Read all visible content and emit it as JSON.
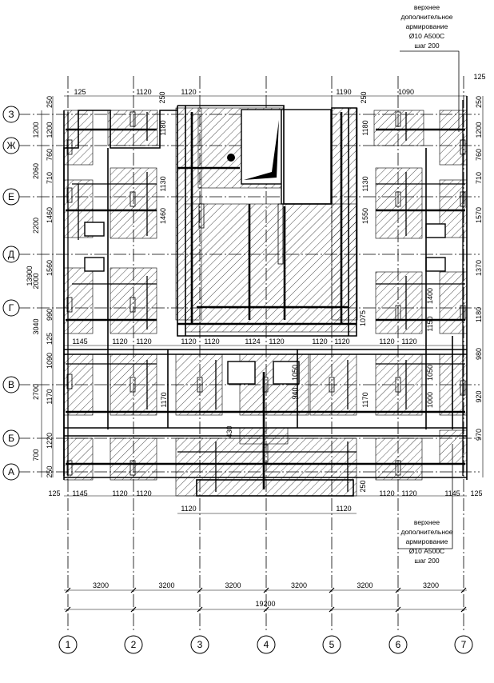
{
  "axes_vertical": [
    "1",
    "2",
    "3",
    "4",
    "5",
    "6",
    "7"
  ],
  "axes_horizontal": [
    "З",
    "Ж",
    "Е",
    "Д",
    "Г",
    "В",
    "Б",
    "А"
  ],
  "bottom_dims": [
    "3200",
    "3200",
    "3200",
    "3200",
    "3200",
    "3200"
  ],
  "bottom_total": "19200",
  "left_outer_dims": [
    "1200",
    "2060",
    "2200",
    "2000",
    "3040",
    "2700",
    "700"
  ],
  "left_total": "13900",
  "left_inner_dims": [
    "250",
    "1200",
    "760",
    "710",
    "1460",
    "1560",
    "990",
    "125",
    "1090",
    "1170",
    "1220",
    "250"
  ],
  "right_dims": [
    "250",
    "1200",
    "760",
    "710",
    "1570",
    "1370",
    "1180",
    "980",
    "920",
    "970"
  ],
  "top_dims": [
    "125",
    "1120",
    "250",
    "1120",
    "1190",
    "250",
    "1090",
    "125"
  ],
  "row_dims_top": [
    "1145",
    "1120",
    "1120",
    "1120",
    "1120",
    "1124",
    "1120",
    "1120",
    "1120",
    "1120",
    "1120"
  ],
  "row_dims_bottom_left": [
    "125",
    "1145",
    "1120",
    "1120"
  ],
  "row_dims_bottom_right": [
    "250",
    "1120",
    "1120",
    "1145",
    "125"
  ],
  "bottom_extra": [
    "1120",
    "1120"
  ],
  "vertical_labels": [
    "1180",
    "1130",
    "1460",
    "1550",
    "1130",
    "1180",
    "1400",
    "1075",
    "1150",
    "1050",
    "1000",
    "1170",
    "1170",
    "1050",
    "940",
    "430"
  ],
  "note_top": [
    "верхнее",
    "дополнительное",
    "армирование",
    "Ø10 А500С",
    "шаг 200"
  ],
  "note_bottom": [
    "верхнее",
    "дополнительное",
    "армирование",
    "Ø10 А500С",
    "шаг 200"
  ]
}
